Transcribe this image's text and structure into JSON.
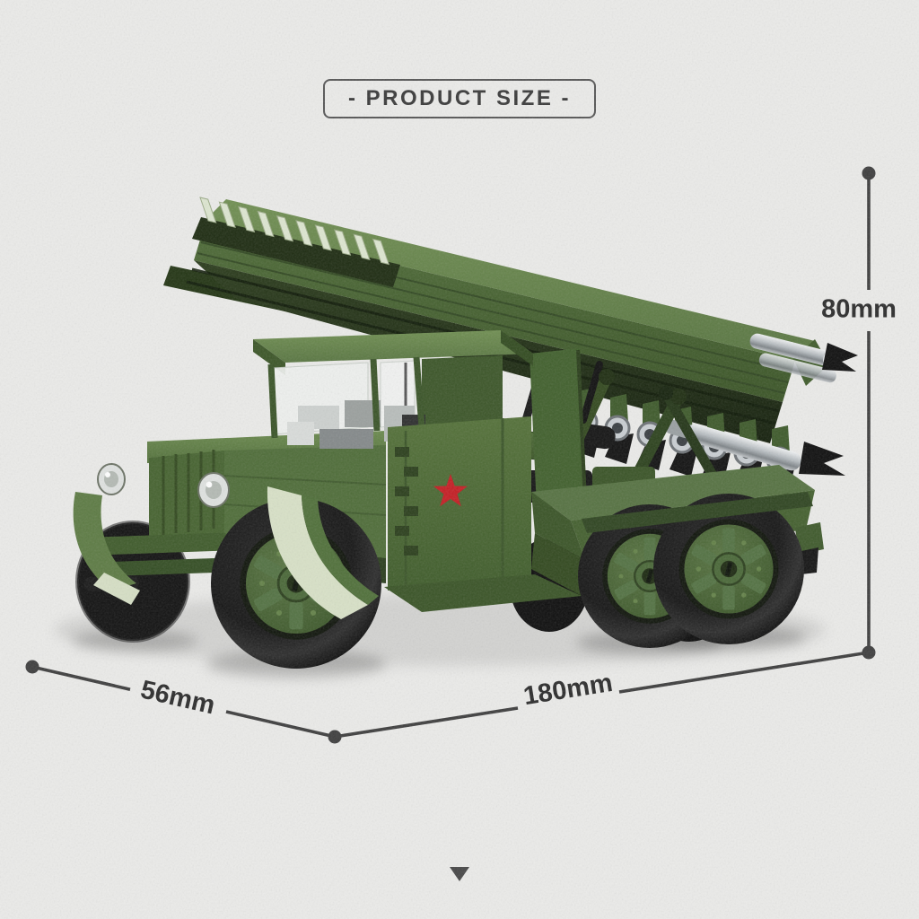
{
  "header": {
    "title": "- PRODUCT SIZE -"
  },
  "dimensions": {
    "height": {
      "label": "80mm"
    },
    "depth": {
      "label": "56mm"
    },
    "length": {
      "label": "180mm"
    }
  },
  "icons": {
    "scroll_hint": "down-triangle-icon"
  },
  "figure": {
    "name": "green-block-rocket-launcher-truck-render"
  },
  "colors": {
    "background": "#eaeae8",
    "dimension_line": "#3e3e3e",
    "dimension_text": "#2c2c2c",
    "title_text": "#3a3a3a",
    "title_border": "#565656",
    "truck_body_green": "#4e6b37",
    "truck_dark_green": "#2c421d",
    "launcher_fin_light": "#dde6d0",
    "star_red": "#c41e24",
    "tire_black": "#121212",
    "rocket_silver": "#c6cacd",
    "glass_clear": "#eff1ef"
  }
}
